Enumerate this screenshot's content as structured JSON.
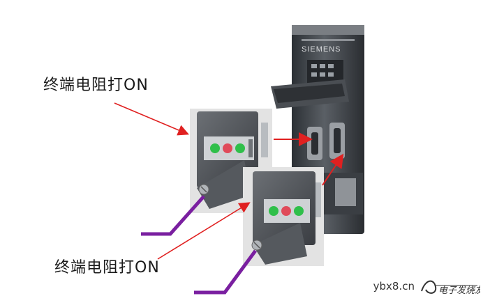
{
  "labels": {
    "top": "终端电阻打ON",
    "bottom": "终端电阻打ON"
  },
  "device": {
    "brand": "SIEMENS"
  },
  "watermark": {
    "domain": "ybx8.cn",
    "brand": "电子发烧友"
  },
  "colors": {
    "arrow": "#e02020",
    "cable": "#7a1fa0",
    "module_body": "#3b3f44",
    "module_highlight": "#6a6e73",
    "connector_bg": "#d9d9d9",
    "led_green": "#2fbf4a",
    "led_red": "#e04a5a",
    "label_text": "#1a1a1a"
  },
  "icons": {
    "watermark_logo": "electronic-enthusiast-logo",
    "screw": "screw-icon"
  }
}
